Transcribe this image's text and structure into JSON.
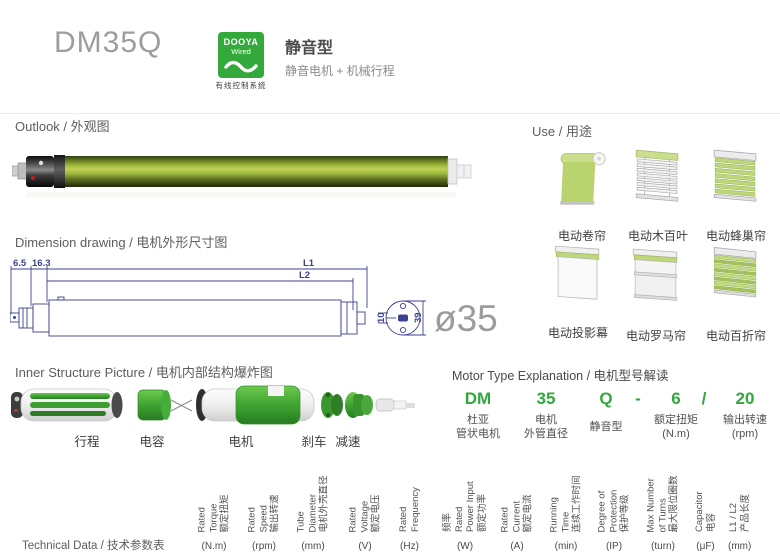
{
  "header": {
    "model": "DM35Q",
    "logo": {
      "brand": "DOOYA",
      "sub": "Wired",
      "caption": "有线控制系统"
    },
    "type_title": "静音型",
    "type_subtitle": "静音电机 + 机械行程"
  },
  "sections": {
    "outlook": "Outlook / 外观图",
    "dimension": "Dimension drawing / 电机外形尺寸图",
    "inner": "Inner Structure Picture / 电机内部结构爆炸图",
    "use": "Use / 用途",
    "motor_type": "Motor Type Explanation / 电机型号解读",
    "technical": "Technical Data / 技术参数表"
  },
  "dimension_drawing": {
    "d1": "6.5",
    "d2": "16.3",
    "l1": "L1",
    "l2": "L2",
    "h10": "10",
    "h39": "39",
    "diameter": "ø35"
  },
  "inner_parts": [
    "行程",
    "电容",
    "电机",
    "刹车",
    "减速"
  ],
  "use_blinds": [
    {
      "label": "电动卷帘"
    },
    {
      "label": "电动木百叶"
    },
    {
      "label": "电动蜂巢帘"
    },
    {
      "label": "电动投影幕"
    },
    {
      "label": "电动罗马帘"
    },
    {
      "label": "电动百折帘"
    }
  ],
  "motor_code": {
    "c1": "DM",
    "d1": "杜亚\n管状电机",
    "c2": "35",
    "d2": "电机\n外管直径",
    "c3": "Q",
    "d3": "静音型",
    "s1": "-",
    "c4": "6",
    "d4": "额定扭矩\n(N.m)",
    "s2": "/",
    "c5": "20",
    "d5": "输出转速\n(rpm)"
  },
  "table": {
    "columns": [
      {
        "lines": "Rated\nTorque\n额定扭矩",
        "unit": "(N.m)"
      },
      {
        "lines": "Rated\nSpeed\n输出转速",
        "unit": "(rpm)"
      },
      {
        "lines": "Tube\nDiameter\n电机外壳直径",
        "unit": "(mm)"
      },
      {
        "lines": "Rated\nVoltage\n额定电压",
        "unit": "(V)"
      },
      {
        "lines": "Rated\nFrequency",
        "unit": "(Hz)"
      },
      {
        "lines": "频率\nRated\nPower Input\n额定功率",
        "unit": "(W)"
      },
      {
        "lines": "Rated\nCurrent\n额定电流",
        "unit": "(A)"
      },
      {
        "lines": "Running\nTime\n连续工作时间",
        "unit": "(min)"
      },
      {
        "lines": "Degree of\nProtection\n保护等级",
        "unit": "(IP)"
      },
      {
        "lines": "Max Number\nof Turns\n最大限位圈数",
        "unit": "(turn)"
      },
      {
        "lines": "Capacitor\n电容",
        "unit": "(μF)"
      },
      {
        "lines": "L1 / L2\n产品长度",
        "unit": "(mm)"
      }
    ]
  },
  "colors": {
    "brand_green": "#33a93c",
    "tube_green": "#9cb437",
    "drawing_blue": "#3c418f",
    "diameter_gray": "#9c9c9c"
  }
}
